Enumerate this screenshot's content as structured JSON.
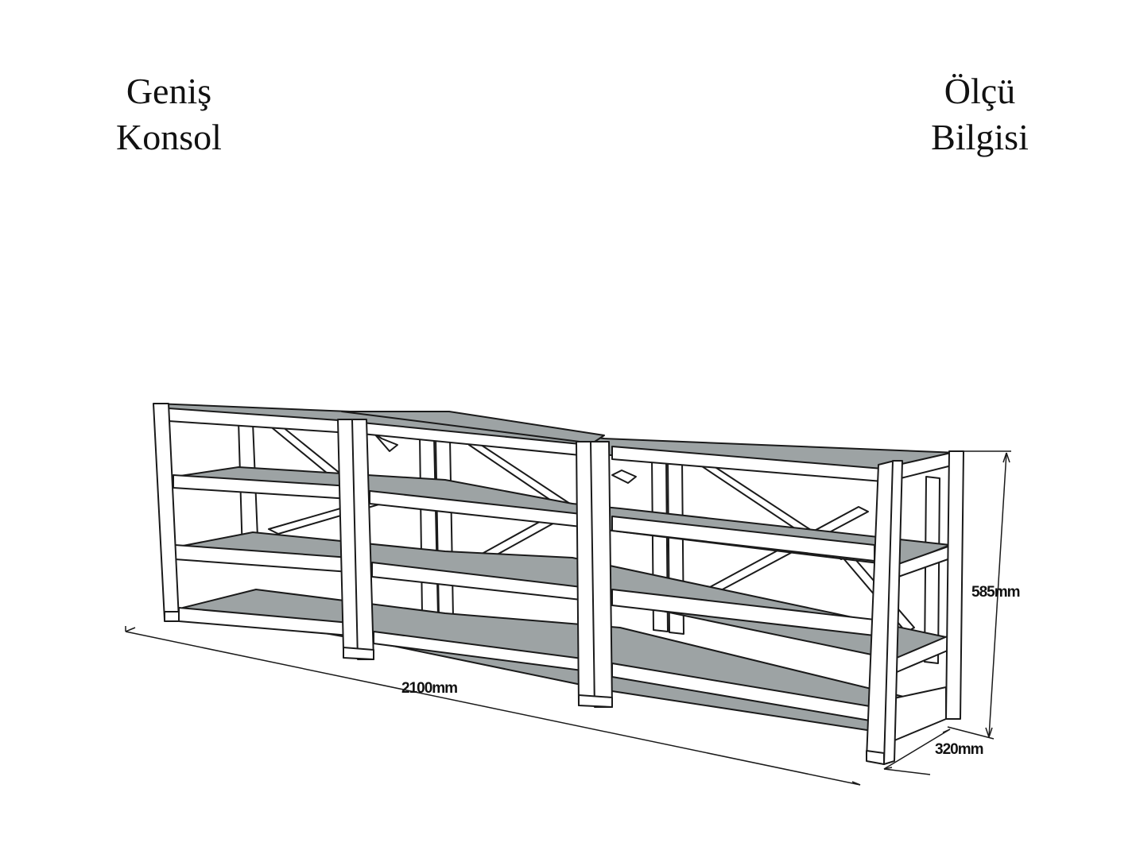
{
  "title_left": {
    "line1": "Geniş",
    "line2": "Konsol"
  },
  "title_right": {
    "line1": "Ölçü",
    "line2": "Bilgisi"
  },
  "dimensions": {
    "length": "2100mm",
    "height": "585mm",
    "depth": "320mm"
  },
  "colors": {
    "shelf_fill": "#9da3a4",
    "frame_fill": "#ffffff",
    "stroke": "#1a1a1a"
  }
}
